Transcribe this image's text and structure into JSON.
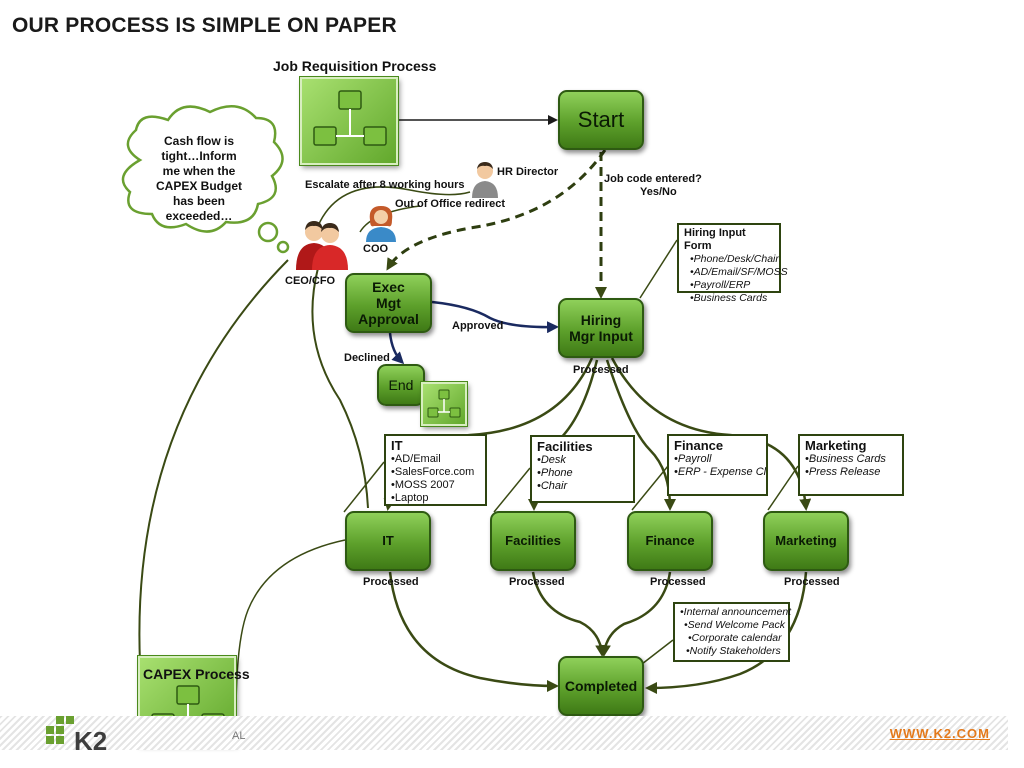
{
  "title": "OUR PROCESS IS SIMPLE ON PAPER",
  "job_requisition_label": "Job Requisition Process",
  "capex_label": "CAPEX Process",
  "nodes": {
    "start": "Start",
    "exec_line1": "Exec",
    "exec_line2": "Mgt",
    "exec_line3": "Approval",
    "end": "End",
    "hiring_line1": "Hiring",
    "hiring_line2": "Mgr Input",
    "it": "IT",
    "facilities": "Facilities",
    "finance": "Finance",
    "marketing": "Marketing",
    "completed": "Completed"
  },
  "labels": {
    "job_code": "Job code entered?",
    "yes_no": "Yes/No",
    "escalate": "Escalate after 8 working hours",
    "out_of_office": "Out of Office redirect",
    "hr_director": "HR Director",
    "coo": "COO",
    "ceo_cfo": "CEO/CFO",
    "approved": "Approved",
    "declined": "Declined",
    "processed": "Processed"
  },
  "cloud": {
    "line1": "Cash flow is",
    "line2": "tight…Inform",
    "line3": "me when the",
    "line4": "CAPEX Budget",
    "line5": "has been",
    "line6": "exceeded…"
  },
  "hiring_form": {
    "title": "Hiring Input Form",
    "items": [
      "•Phone/Desk/Chair",
      "•AD/Email/SF/MOSS",
      "•Payroll/ERP",
      "•Business Cards"
    ]
  },
  "it_box": {
    "title": "IT",
    "items": [
      "•AD/Email",
      "•SalesForce.com",
      "•MOSS 2007",
      "•Laptop"
    ]
  },
  "facilities_box": {
    "title": "Facilities",
    "items": [
      "•Desk",
      "•Phone",
      "•Chair"
    ]
  },
  "finance_box": {
    "title": "Finance",
    "items": [
      "•Payroll",
      "•ERP - Expense Claim"
    ]
  },
  "marketing_box": {
    "title": "Marketing",
    "items": [
      "•Business Cards",
      "•Press Release"
    ]
  },
  "completed_box": {
    "items": [
      "•Internal announcement",
      "•Send Welcome Pack",
      "•Corporate calendar",
      "•Notify Stakeholders"
    ]
  },
  "footer": {
    "logo": "K2",
    "confidential": "AL",
    "website": "WWW.K2.COM"
  },
  "colors": {
    "node_green": "#5da02b",
    "line_dark": "#3a4a14",
    "arrow_navy": "#1a2a60",
    "accent_orange": "#e37a1c"
  }
}
